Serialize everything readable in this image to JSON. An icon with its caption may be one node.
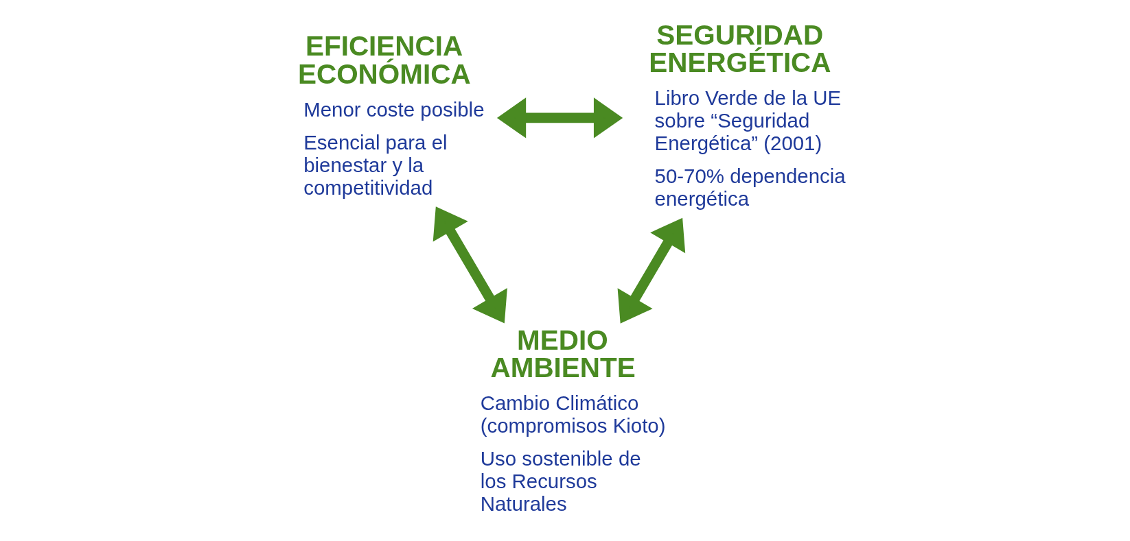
{
  "diagram": {
    "nodes": [
      {
        "text": [
          "EFICIENCIA ECONÓMICA"
        ],
        "beside": [
          "Menor coste posible",
          "Esencial para el bienestar y la competitividad"
        ]
      },
      {
        "text": [
          "SEGURIDAD ENERGÉTICA"
        ],
        "beside": [
          "Libro Verde de la UE sobre “Seguridad Energética” (2001)",
          "50-70% dependencia energética"
        ]
      },
      {
        "text": [
          "MEDIO AMBIENTE"
        ],
        "beside": [
          "Cambio Climático (compromisos Kioto)",
          "Uso sostenible de los Recursos Naturales"
        ]
      }
    ],
    "edges": [
      {
        "from": 0,
        "to": 1,
        "arrow": "both"
      },
      {
        "from": 0,
        "to": 2,
        "arrow": "both"
      },
      {
        "from": 1,
        "to": 2,
        "arrow": "both"
      }
    ]
  }
}
